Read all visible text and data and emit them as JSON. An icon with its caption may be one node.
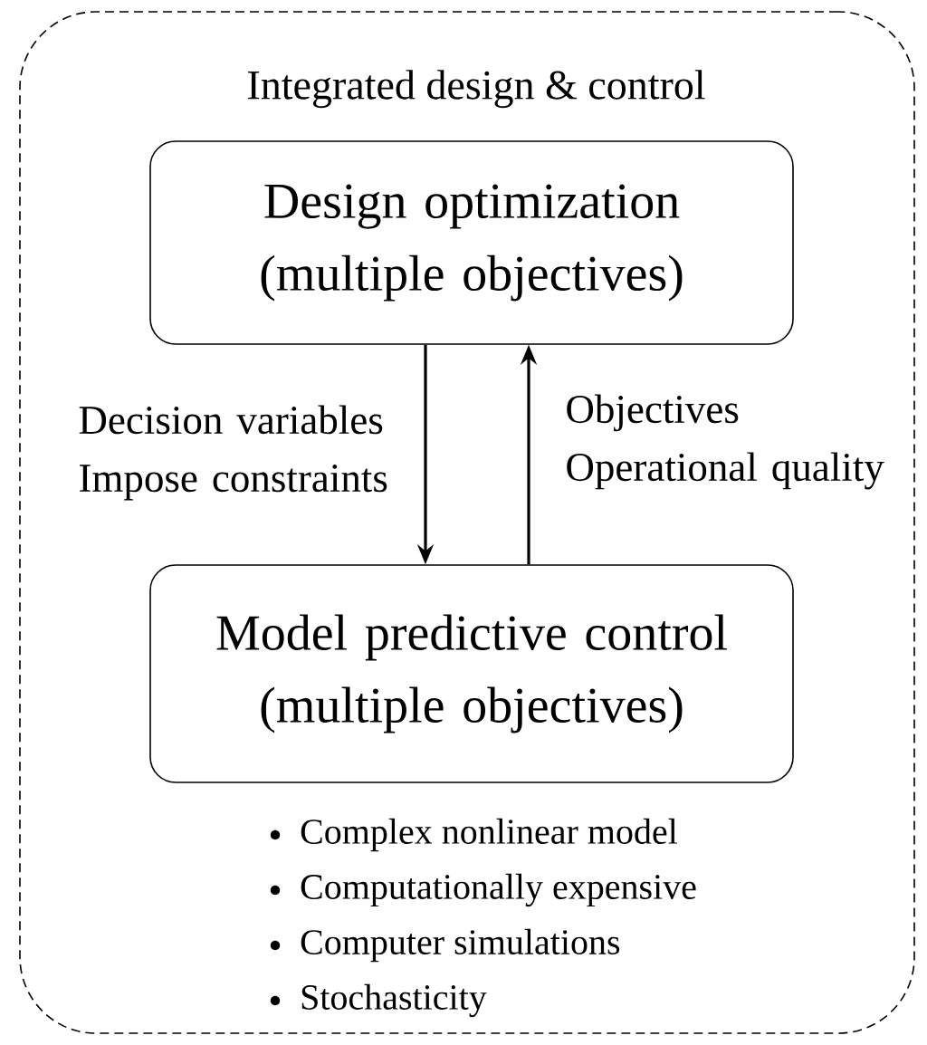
{
  "diagram": {
    "nodes": [
      {
        "text": [
          "Integrated design & control"
        ]
      },
      {
        "text": [
          "Design optimization (multiple objectives)"
        ],
        "in": 0
      },
      {
        "text": [
          "Model predictive control (multiple objectives)"
        ],
        "in": 0
      }
    ],
    "edges": [
      {
        "from": 1,
        "to": 2,
        "arrow": "to",
        "label": "Decision variables Impose constraints"
      },
      {
        "from": 2,
        "to": 1,
        "arrow": "to",
        "label": "Objectives Operational quality"
      }
    ],
    "labels": [
      "Complex nonlinear model",
      "Computationally expensive",
      "Computer simulations",
      "Stochasticity"
    ]
  }
}
